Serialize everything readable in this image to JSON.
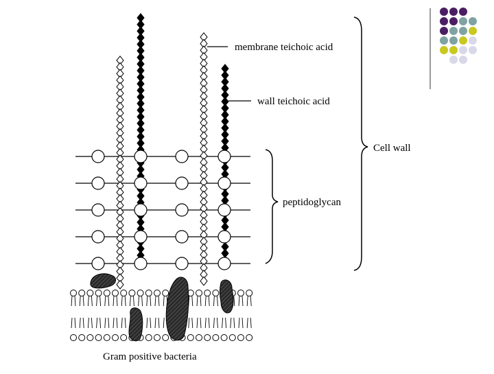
{
  "diagram": {
    "labels": {
      "membrane_teichoic_acid": "membrane teichoic acid",
      "wall_teichoic_acid": "wall teichoic acid",
      "peptidoglycan": "peptidoglycan",
      "cell_wall": "Cell wall",
      "caption": "Gram positive bacteria"
    }
  },
  "decoration": {
    "dot_grid": [
      [
        "#4b1e63",
        "#4b1e63",
        "#4b1e63",
        null
      ],
      [
        "#4b1e63",
        "#4b1e63",
        "#7fa3a3",
        "#7fa3a3"
      ],
      [
        "#4b1e63",
        "#7fa3a3",
        "#7fa3a3",
        "#c8c820"
      ],
      [
        "#7fa3a3",
        "#7fa3a3",
        "#c8c820",
        "#d8d8e8"
      ],
      [
        "#c8c820",
        "#c8c820",
        "#d8d8e8",
        "#d8d8e8"
      ],
      [
        null,
        "#d8d8e8",
        "#d8d8e8",
        null
      ]
    ]
  }
}
